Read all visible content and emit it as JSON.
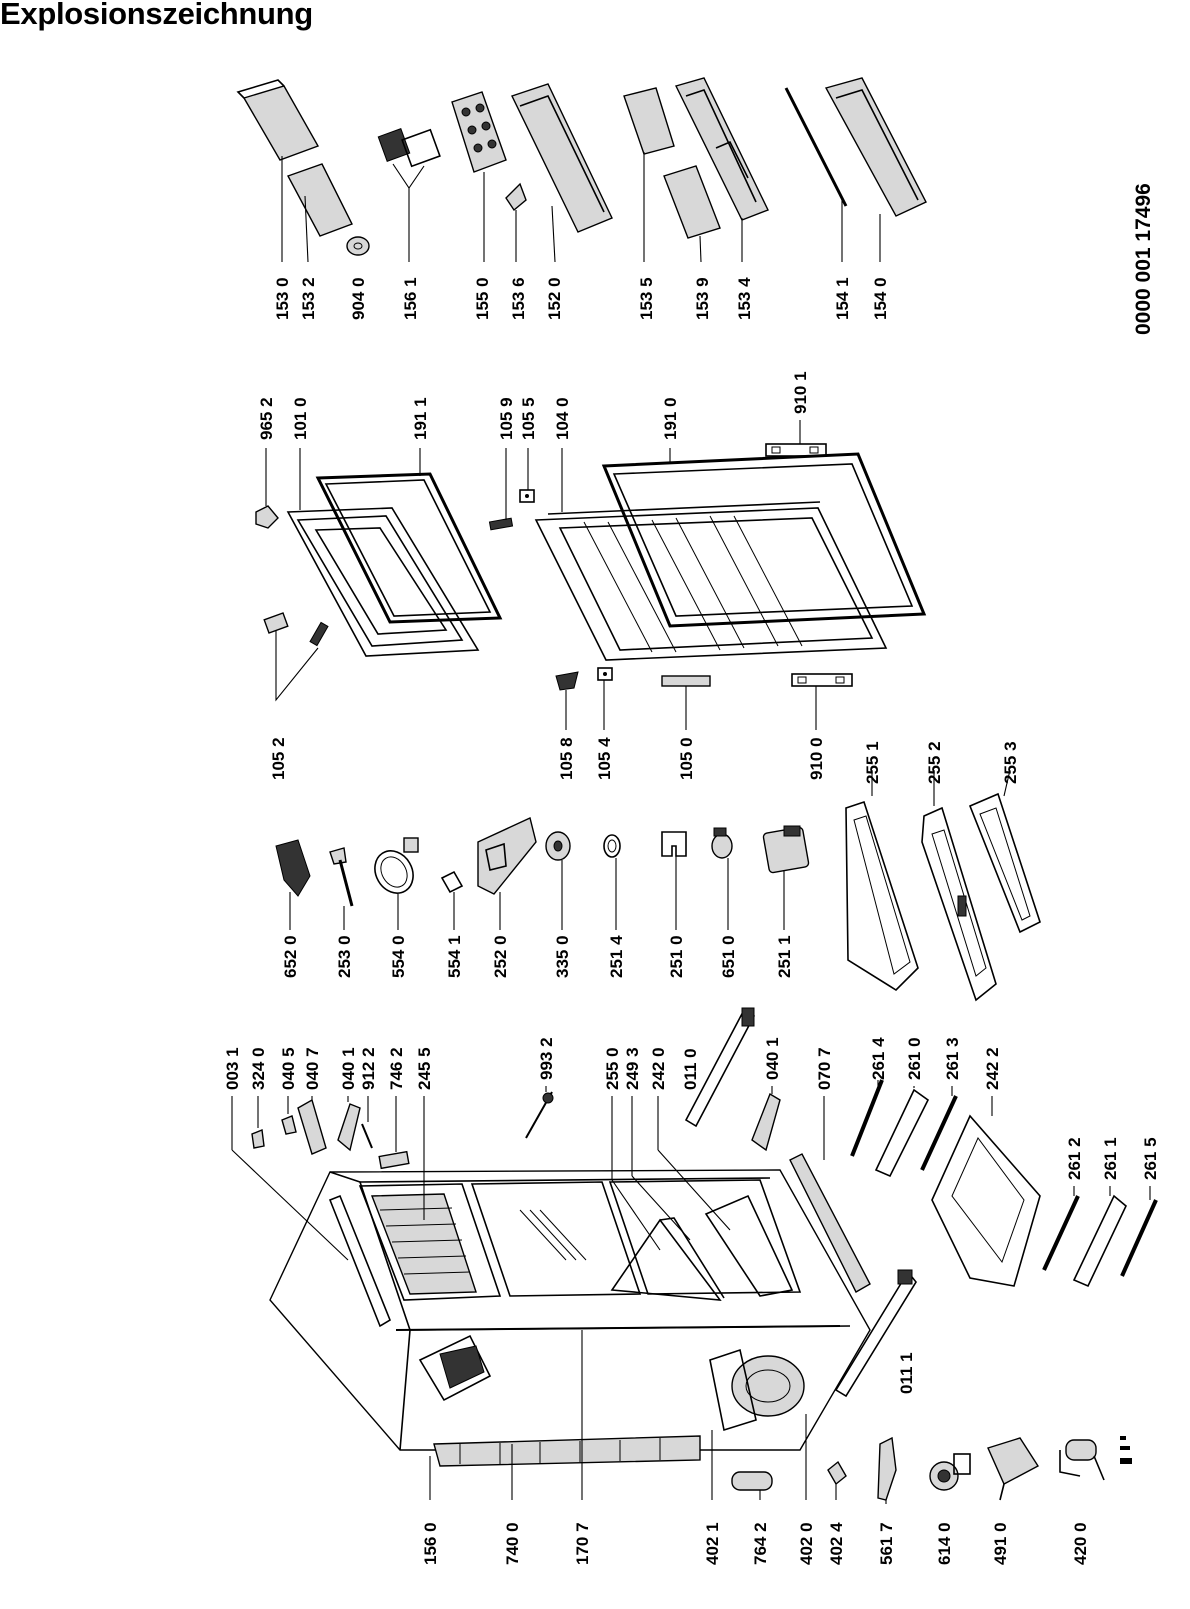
{
  "title": "Explosionszeichnung",
  "document_number": "0000  001 17496",
  "labels": {
    "l1530": "153 0",
    "l1532": "153 2",
    "l9040": "904 0",
    "l1561": "156 1",
    "l1550": "155 0",
    "l1536": "153 6",
    "l1520": "152 0",
    "l1535": "153 5",
    "l1539": "153 9",
    "l1534": "153 4",
    "l1541": "154 1",
    "l1540": "154 0",
    "l9652": "965 2",
    "l1010": "101 0",
    "l1911": "191 1",
    "l1059": "105 9",
    "l1055": "105 5",
    "l1040": "104 0",
    "l1910": "191 0",
    "l9101": "910 1",
    "l1052": "105 2",
    "l1058": "105 8",
    "l1054": "105 4",
    "l1050": "105 0",
    "l9100": "910 0",
    "l2551": "255 1",
    "l2552": "255 2",
    "l2553": "255 3",
    "l6520": "652 0",
    "l2530": "253 0",
    "l5540": "554 0",
    "l5541": "554 1",
    "l2520": "252 0",
    "l3350": "335 0",
    "l2514": "251 4",
    "l2510": "251 0",
    "l6510": "651 0",
    "l2511": "251 1",
    "l0031": "003 1",
    "l3240": "324 0",
    "l0405": "040 5",
    "l0407": "040 7",
    "l0401a": "040 1",
    "l9122": "912 2",
    "l7462": "746 2",
    "l2455": "245 5",
    "l9932": "993 2",
    "l2550": "255 0",
    "l2493": "249 3",
    "l2420": "242 0",
    "l0110": "011 0",
    "l0401b": "040 1",
    "l0707": "070 7",
    "l2614": "261 4",
    "l2610": "261 0",
    "l2613": "261 3",
    "l2422": "242 2",
    "l2612": "261 2",
    "l2611": "261 1",
    "l2615": "261 5",
    "l0111": "011 1",
    "l1560": "156 0",
    "l7400": "740 0",
    "l1707": "170 7",
    "l4021": "402 1",
    "l7642": "764 2",
    "l4020": "402 0",
    "l4024": "402 4",
    "l5617": "561 7",
    "l6140": "614 0",
    "l4910": "491 0",
    "l4200": "420 0"
  }
}
